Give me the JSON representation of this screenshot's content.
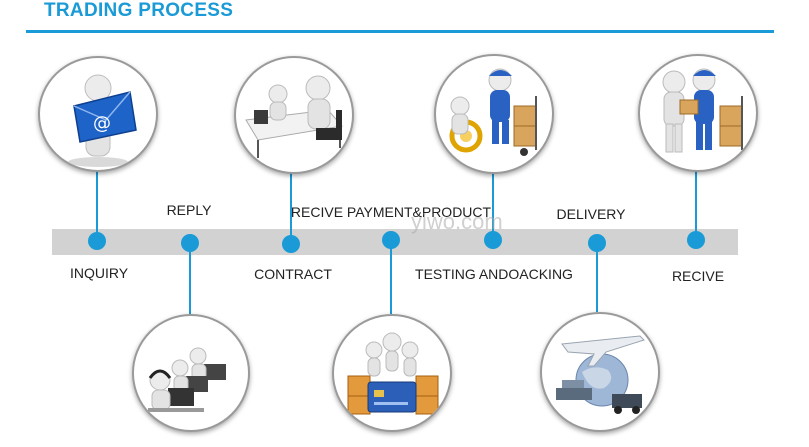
{
  "header": {
    "title": "TRADING PROCESS"
  },
  "watermark": "yiwo.com",
  "colors": {
    "accent": "#1a9ad6",
    "timeline": "#d2d2d2"
  },
  "steps": [
    {
      "label": "INQUIRY",
      "icon": "email-envelope-person"
    },
    {
      "label": "REPLY",
      "icon": "customer-service-headsets"
    },
    {
      "label": "CONTRACT",
      "icon": "meeting-table"
    },
    {
      "label": "RECIVE PAYMENT&PRODUCT",
      "icon": "credit-card-people"
    },
    {
      "label": "TESTING ANDOACKING",
      "icon": "delivery-worker-tape"
    },
    {
      "label": "DELIVERY",
      "icon": "plane-ship-globe"
    },
    {
      "label": "RECIVE",
      "icon": "courier-handover-package"
    }
  ]
}
